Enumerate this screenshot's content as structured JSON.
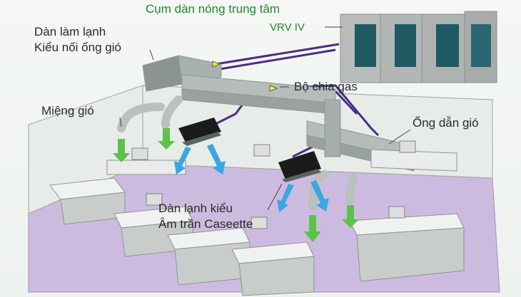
{
  "labels": {
    "outdoor_title": "Cụm dàn nóng trung tâm",
    "outdoor_model": "VRV IV",
    "ducted_line1": "Dàn làm lạnh",
    "ducted_line2": "Kiểu nối ống gió",
    "refnet": "Bộ chia gas",
    "diffuser": "Miệng gió",
    "air_duct": "Ống dẫn gió",
    "cassette_line1": "Dàn lạnh kiểu",
    "cassette_line2": "Âm trần Caseette"
  },
  "colors": {
    "label_green": "#1f8a34",
    "label_dark": "#2a2a2a",
    "pipe": "#4a2c86",
    "floor": "#c9b6dc",
    "air_arrow_green": "#5bc24a",
    "air_arrow_blue": "#3aa7e0",
    "unit_body": "#1b1b1b",
    "outdoor_fan": "#1f5a63"
  },
  "icons": [
    "diffuser-down-arrow",
    "cassette-airflow-arrow",
    "refnet-joint-marker"
  ]
}
